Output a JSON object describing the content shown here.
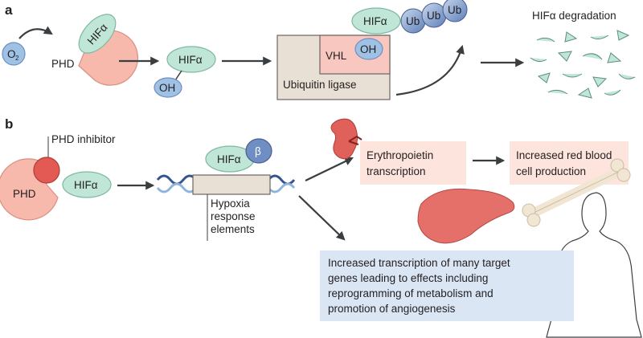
{
  "panels": {
    "a": "a",
    "b": "b"
  },
  "panel_a": {
    "o2_base": "O",
    "o2_sub": "2",
    "phd": "PHD",
    "hif_alpha": "HIFα",
    "oh": "OH",
    "vhl": "VHL",
    "ubiquitin_ligase": "Ubiquitin ligase",
    "ub": "Ub",
    "degradation": "HIFα degradation"
  },
  "panel_b": {
    "phd_inhibitor": "PHD inhibitor",
    "phd": "PHD",
    "hif_alpha": "HIFα",
    "beta": "β",
    "hre_line1": "Hypoxia",
    "hre_line2": "response",
    "hre_line3": "elements",
    "epo_line1": "Erythropoietin",
    "epo_line2": "transcription",
    "rbc_line1": "Increased red blood",
    "rbc_line2": "cell production",
    "targets_line1": "Increased transcription of many target",
    "targets_line2": "genes leading to effects including",
    "targets_line3": "reprogramming of metabolism and",
    "targets_line4": "promotion of angiogenesis"
  },
  "colors": {
    "phd": "#f6b9ab",
    "hif": "#bfe6d6",
    "oh_blue": "#8fb4dc",
    "ub_blue": "#6f8fc4",
    "ligase": "#e8e0d5",
    "vhl": "#f7c7c0",
    "inhibitor": "#e35a55",
    "pink_box": "#fde4dd",
    "blue_box": "#dbe6f5",
    "kidney": "#e0605a",
    "liver": "#e5706a"
  }
}
